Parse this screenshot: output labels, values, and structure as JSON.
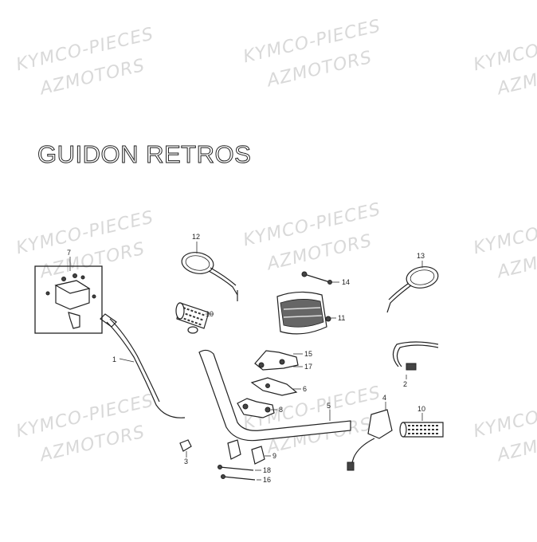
{
  "title": "GUIDON RETROS",
  "watermark": {
    "line1": "KYMCO-PIECES",
    "line2": "AZMOTORS"
  },
  "callouts": {
    "c1": "1",
    "c2": "2",
    "c3": "3",
    "c4": "4",
    "c5": "5",
    "c6": "6",
    "c7": "7",
    "c8": "8",
    "c9": "9",
    "c10a": "10",
    "c10b": "10",
    "c11": "11",
    "c12": "12",
    "c13": "13",
    "c14": "14",
    "c15": "15",
    "c16": "16",
    "c17": "17",
    "c18": "18"
  },
  "colors": {
    "ink": "#222222",
    "watermark": "#d9d9d9",
    "background": "#ffffff"
  }
}
